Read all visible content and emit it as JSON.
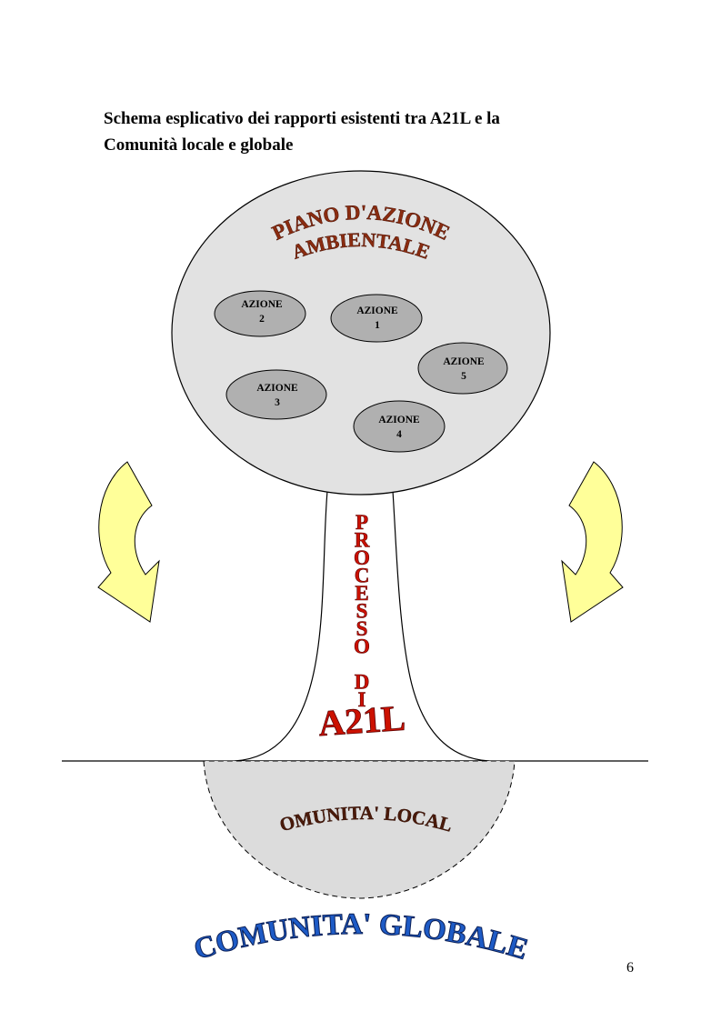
{
  "title": {
    "line1": "Schema esplicativo dei rapporti esistenti tra A21L e la",
    "line2": "Comunità locale e globale"
  },
  "plan": {
    "line1": "PIANO D'AZIONE",
    "line2": "AMBIENTALE"
  },
  "actions": [
    {
      "label": "AZIONE",
      "number": "2"
    },
    {
      "label": "AZIONE",
      "number": "1"
    },
    {
      "label": "AZIONE",
      "number": "5"
    },
    {
      "label": "AZIONE",
      "number": "3"
    },
    {
      "label": "AZIONE",
      "number": "4"
    }
  ],
  "process": {
    "vertical_text": "PROCESSO DI",
    "label": "A21L"
  },
  "local_community": "COMUNITA' LOCALE",
  "global_community": "COMUNITA' GLOBALE",
  "page_number": "6",
  "colors": {
    "plan_fill": "#e2e2e2",
    "action_fill": "#b0b0b0",
    "local_fill": "#dcdcdc",
    "arrow_fill": "#ffff99",
    "plan_text": "#8b2c10",
    "process_text": "#cc1100",
    "local_text": "#4a1a0a",
    "global_text": "#1e5bc6"
  }
}
